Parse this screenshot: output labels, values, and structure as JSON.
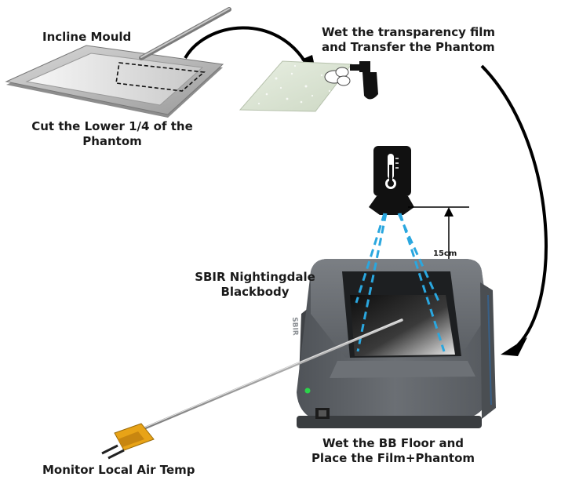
{
  "labels": {
    "incline_mould": "Incline Mould",
    "cut_line1": "Cut the Lower 1/4 of the",
    "cut_line2": "Phantom",
    "wet_film_line1": "Wet the transparency film",
    "wet_film_line2": "and Transfer the Phantom",
    "blackbody_line1": "SBIR Nightingdale",
    "blackbody_line2": "Blackbody",
    "distance": "15cm",
    "wet_floor_line1": "Wet the BB Floor and",
    "wet_floor_line2": "Place the Film+Phantom",
    "monitor_air": "Monitor Local Air Temp",
    "bb_side_text": "SBIR"
  },
  "icons": {
    "thermometer": "thermometer-icon",
    "spray": "spray-bottle-icon"
  },
  "colors": {
    "ir_beam": "#2aa7df",
    "arrow": "#000000",
    "device_body": "#5d6166",
    "thermocouple_plug": "#e8a317",
    "led": "#2bd44a"
  }
}
